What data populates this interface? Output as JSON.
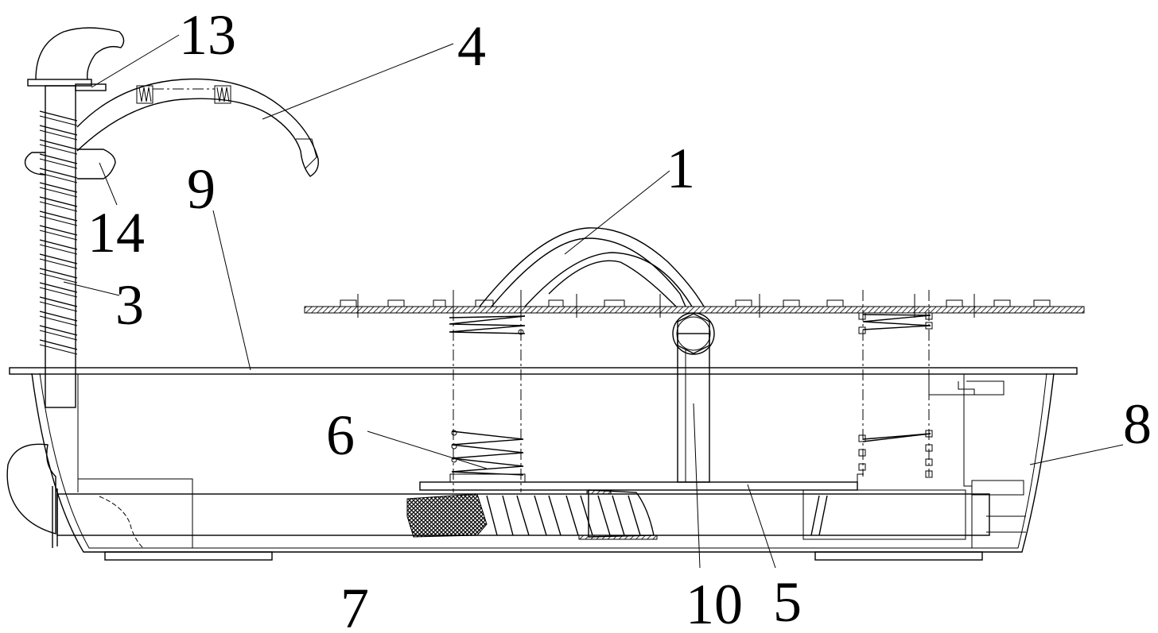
{
  "drawing": {
    "callouts": [
      {
        "id": "c13",
        "label": "13"
      },
      {
        "id": "c4",
        "label": "4"
      },
      {
        "id": "c1",
        "label": "1"
      },
      {
        "id": "c9",
        "label": "9"
      },
      {
        "id": "c14",
        "label": "14"
      },
      {
        "id": "c3",
        "label": "3"
      },
      {
        "id": "c6",
        "label": "6"
      },
      {
        "id": "c8",
        "label": "8"
      },
      {
        "id": "c7",
        "label": "7"
      },
      {
        "id": "c10",
        "label": "10"
      },
      {
        "id": "c5",
        "label": "5"
      }
    ],
    "colors": {
      "line": "#000000",
      "background": "#ffffff"
    }
  }
}
